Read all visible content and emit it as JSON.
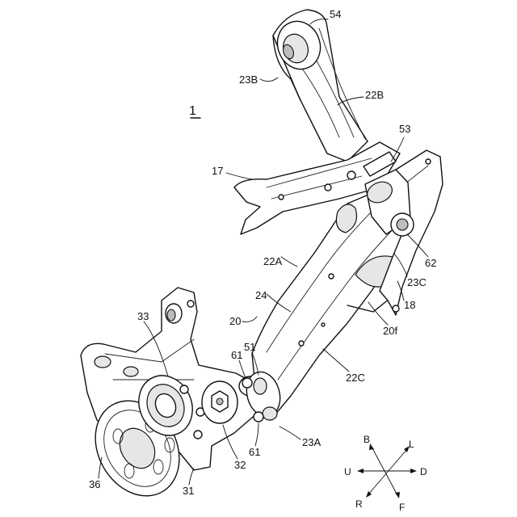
{
  "figure_ref": "1",
  "labels": {
    "l54": "54",
    "l23B": "23B",
    "l22B": "22B",
    "l53": "53",
    "l17": "17",
    "l62": "62",
    "l22A": "22A",
    "l23C": "23C",
    "l24": "24",
    "l18": "18",
    "l20": "20",
    "l20f": "20f",
    "l33": "33",
    "l61a": "61",
    "l51": "51",
    "l22C": "22C",
    "l23A": "23A",
    "l32": "32",
    "l61b": "61",
    "l36": "36",
    "l31": "31"
  },
  "directions": {
    "B": "B",
    "L": "L",
    "U": "U",
    "D": "D",
    "R": "R",
    "F": "F"
  }
}
